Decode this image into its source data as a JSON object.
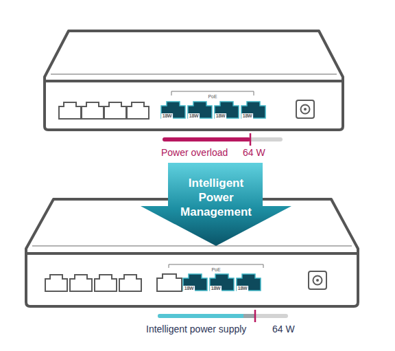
{
  "diagram": {
    "nodes": [
      {
        "text": [
          "PoE"
        ]
      },
      {
        "text": [
          "18W"
        ],
        "in": 0
      },
      {
        "text": [
          "18W"
        ],
        "in": 0
      },
      {
        "text": [
          "18W"
        ],
        "in": 0
      },
      {
        "text": [
          "18W"
        ],
        "in": 0
      },
      {
        "text": [
          "Intelligent Power Management"
        ]
      },
      {
        "text": [
          "PoE"
        ]
      },
      {
        "text": [
          "18W"
        ],
        "in": 6
      },
      {
        "text": [
          "18W"
        ],
        "in": 6
      },
      {
        "text": [
          "18W"
        ],
        "in": 6
      }
    ],
    "labels": [
      "Power overload",
      "64 W",
      "Intelligent power supply",
      "64 W"
    ]
  }
}
